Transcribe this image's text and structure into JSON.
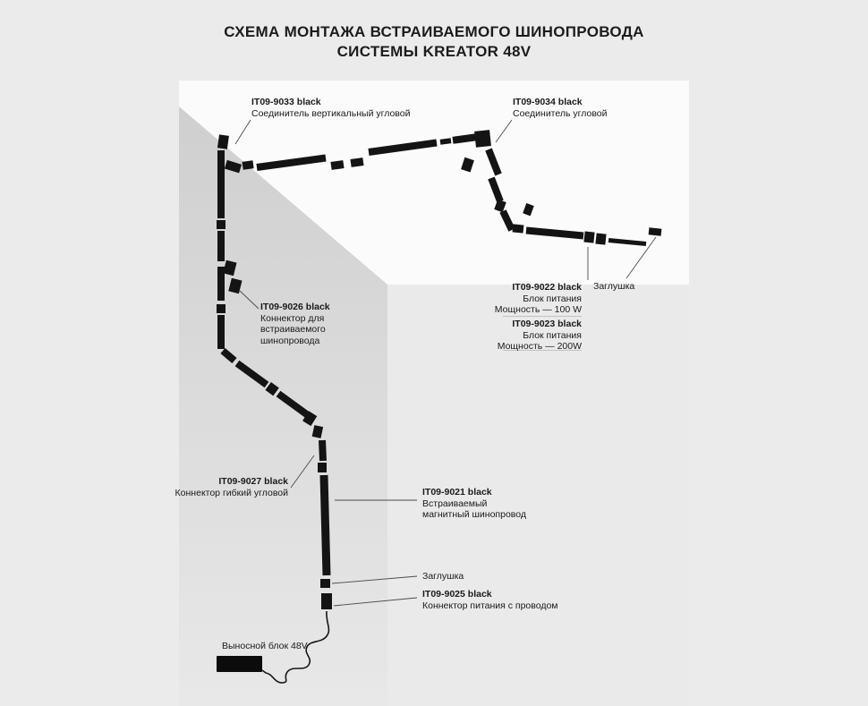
{
  "title": {
    "line1": "СХЕМА МОНТАЖА ВСТРАИВАЕМОГО ШИНОПРОВОДА",
    "line2": "СИСТЕМЫ KREATOR 48V"
  },
  "labels": {
    "vertical_corner_connector": {
      "code": "IT09-9033 black",
      "desc": "Соединитель вертикальный угловой"
    },
    "corner_connector": {
      "code": "IT09-9034 black",
      "desc": "Соединитель угловой"
    },
    "recessed_connector": {
      "code": "IT09-9026 black",
      "desc": "Коннектор для\nвстраиваемого\nшинопровода"
    },
    "psu_100w": {
      "code": "IT09-9022 black",
      "desc": "Блок питания\nМощность — 100 W"
    },
    "end_cap_right": {
      "text": "Заглушка"
    },
    "psu_200w": {
      "code": "IT09-9023 black",
      "desc": "Блок питания\nМощность — 200W"
    },
    "flex_corner_connector": {
      "code": "IT09-9027 black",
      "desc": "Коннектор гибкий угловой"
    },
    "recessed_track": {
      "code": "IT09-9021 black",
      "desc": "Встраиваемый\nмагнитный шинопровод"
    },
    "end_cap_bottom": {
      "text": "Заглушка"
    },
    "power_cord_connector": {
      "code": "IT09-9025 black",
      "desc": "Коннектор питания с проводом"
    },
    "remote_power_block": {
      "text": "Выносной блок 48V"
    }
  },
  "colors": {
    "page_background": "#ebebeb",
    "ceiling_plane": "#fbfbfb",
    "wall_top": "#cfcfcf",
    "wall_bottom": "#e8e8e8",
    "track": "#141414",
    "text": "#1a1a1a"
  }
}
